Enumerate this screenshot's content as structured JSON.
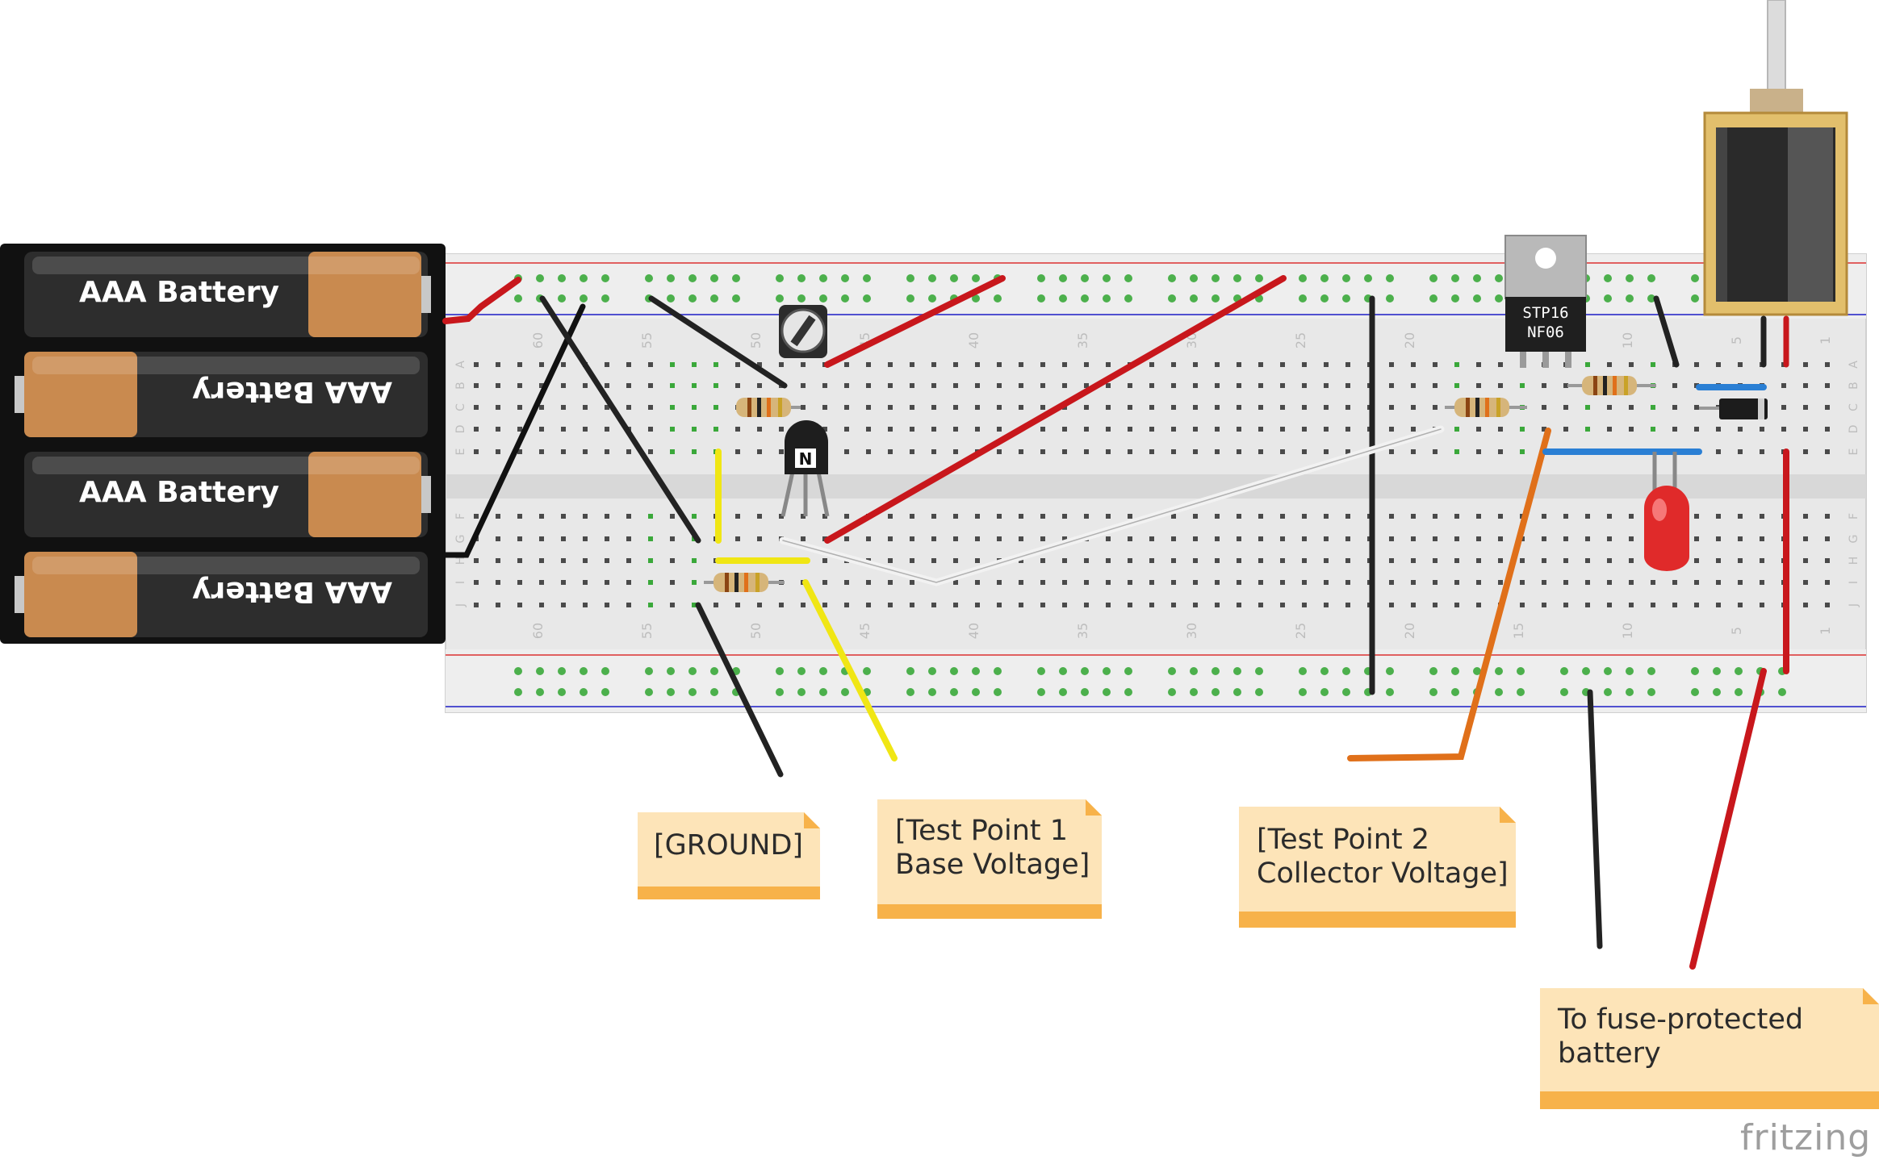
{
  "batteries": [
    {
      "label": "AAA Battery",
      "flipped": false
    },
    {
      "label": "AAA Battery",
      "flipped": true
    },
    {
      "label": "AAA Battery",
      "flipped": false
    },
    {
      "label": "AAA Battery",
      "flipped": true
    }
  ],
  "breadboard": {
    "top_column_numbers": [
      "60",
      "55",
      "50",
      "45",
      "40",
      "35",
      "30",
      "25",
      "20",
      "15",
      "10",
      "5",
      "1"
    ],
    "bottom_column_numbers": [
      "60",
      "55",
      "50",
      "45",
      "40",
      "35",
      "30",
      "25",
      "20",
      "15",
      "10",
      "5",
      "1"
    ],
    "row_letters_left": [
      "A",
      "B",
      "C",
      "D",
      "E",
      "F",
      "G",
      "H",
      "I",
      "J"
    ],
    "row_letters_right": [
      "A",
      "B",
      "C",
      "D",
      "E",
      "F",
      "G",
      "H",
      "I",
      "J"
    ]
  },
  "components": {
    "mosfet_label_line1": "STP16",
    "mosfet_label_line2": "NF06",
    "transistor_mark": "N"
  },
  "notes": {
    "ground": "[GROUND]",
    "test_point_1": "[Test Point 1\nBase Voltage]",
    "test_point_2": "[Test Point 2\nCollector Voltage]",
    "battery": "To fuse-protected\nbattery"
  },
  "brand": "fritzing",
  "colors": {
    "wire_red": "#c8171c",
    "wire_black": "#222222",
    "wire_yellow": "#f0e614",
    "wire_orange": "#e0701a",
    "wire_white": "#f2f2f2",
    "wire_blue": "#2a7fd4",
    "note_fill": "#fde4b8",
    "note_band": "#f7b24a",
    "breadboard": "#e9e9e9"
  }
}
